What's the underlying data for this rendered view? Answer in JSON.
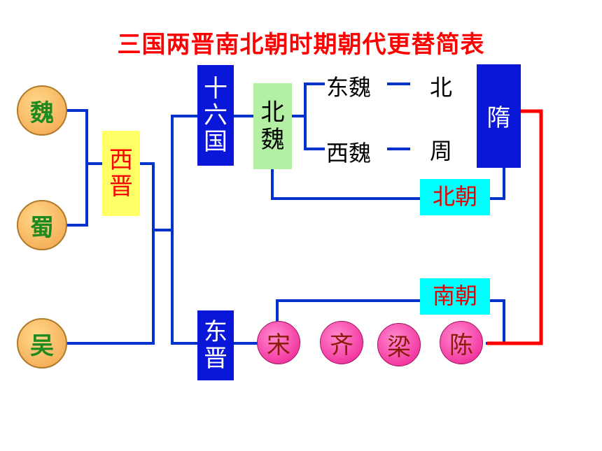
{
  "title": {
    "part1": "三国两晋南北朝",
    "part2": "时期朝代更替简表"
  },
  "kingdoms": {
    "wei": "魏",
    "shu": "蜀",
    "wu": "吴"
  },
  "western_jin": [
    "西",
    "晋"
  ],
  "sixteen_kingdoms": [
    "十",
    "六",
    "国"
  ],
  "northern_wei": [
    "北",
    "魏"
  ],
  "eastern_wei": "东魏",
  "western_wei": "西魏",
  "northern_qi": "北",
  "northern_zhou": "周",
  "sui": "隋",
  "northern_dynasties": "北朝",
  "southern_dynasties": "南朝",
  "eastern_jin": [
    "东",
    "晋"
  ],
  "southern": {
    "song": "宋",
    "qi": "齐",
    "liang": "梁",
    "chen": "陈"
  },
  "colors": {
    "line_blue": "#0033cc",
    "line_red": "#ff0000",
    "box_blue": "#0a16d8"
  }
}
